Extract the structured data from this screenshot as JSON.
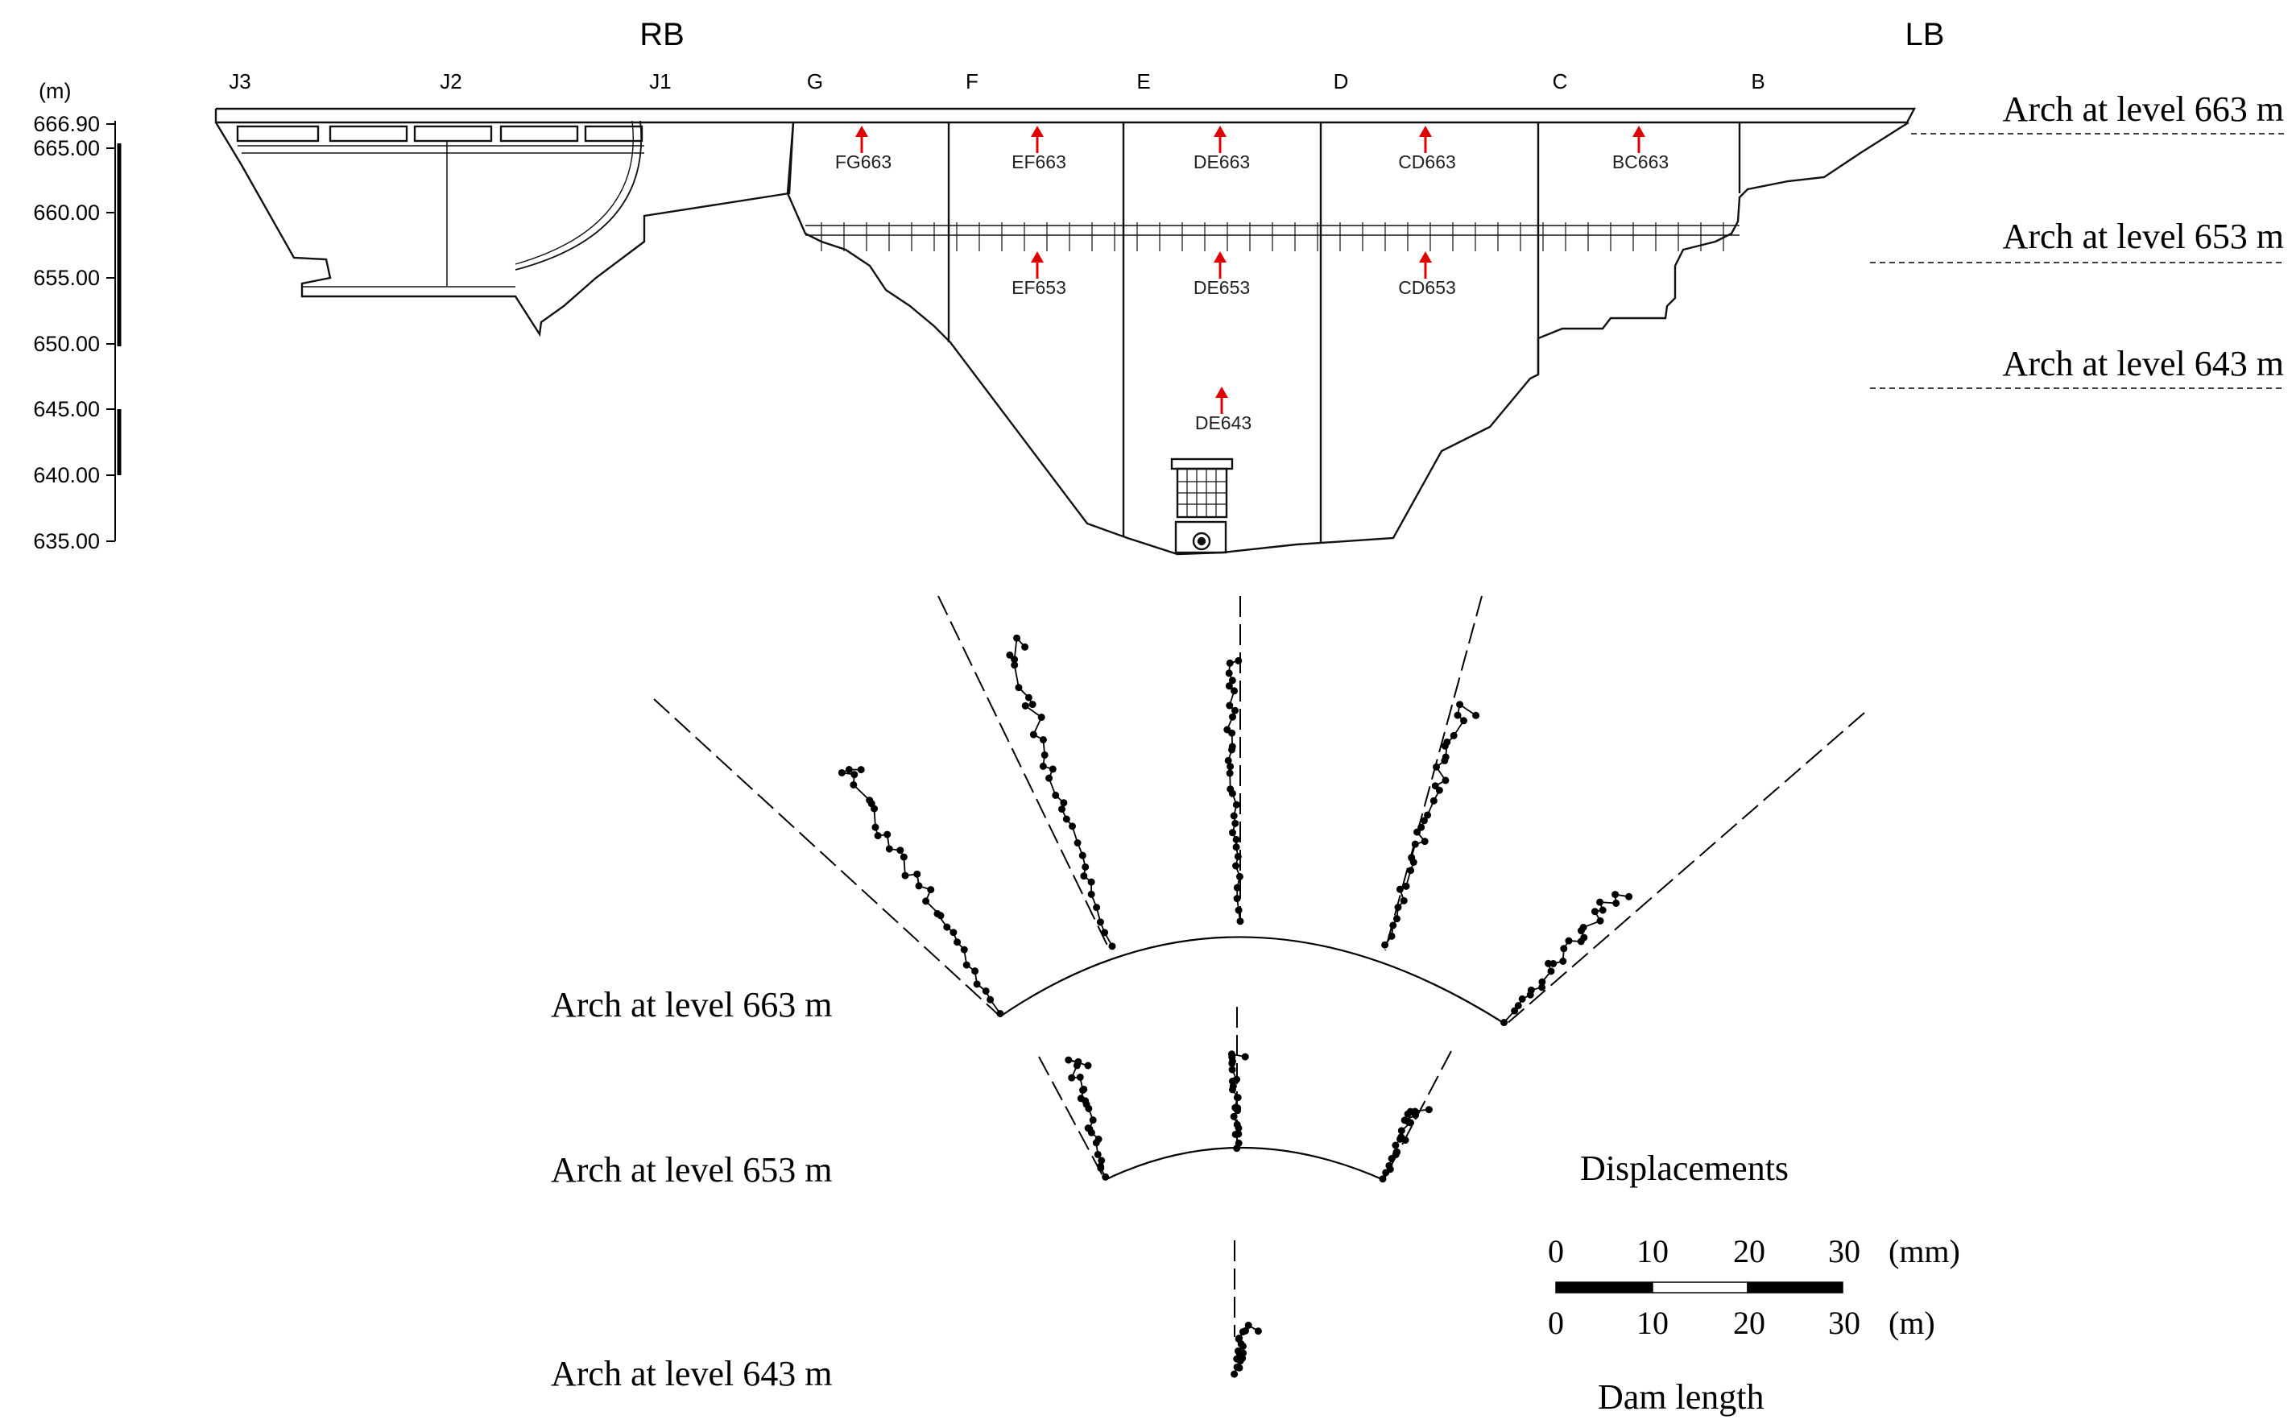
{
  "elevation": {
    "unit": "(m)",
    "ticks": [
      "666.90",
      "665.00",
      "660.00",
      "655.00",
      "650.00",
      "645.00",
      "640.00",
      "635.00"
    ]
  },
  "banks": {
    "right": "RB",
    "left": "LB"
  },
  "joints": [
    "J3",
    "J2",
    "J1",
    "G",
    "F",
    "E",
    "D",
    "C",
    "B"
  ],
  "pendulums": [
    "FG663",
    "EF663",
    "DE663",
    "CD663",
    "BC663",
    "EF653",
    "DE653",
    "CD653",
    "DE643"
  ],
  "level_labels": {
    "a663": "Arch at level 663 m",
    "a653": "Arch at level 653 m",
    "a643": "Arch at level 643 m"
  },
  "scale": {
    "title": "Displacements",
    "ticks_mm": [
      "0",
      "10",
      "20",
      "30"
    ],
    "unit_mm": "(mm)",
    "ticks_m": [
      "0",
      "10",
      "20",
      "30"
    ],
    "unit_m": "(m)",
    "caption": "Dam length"
  },
  "colors": {
    "marker": "#e00000",
    "line": "#000000"
  }
}
